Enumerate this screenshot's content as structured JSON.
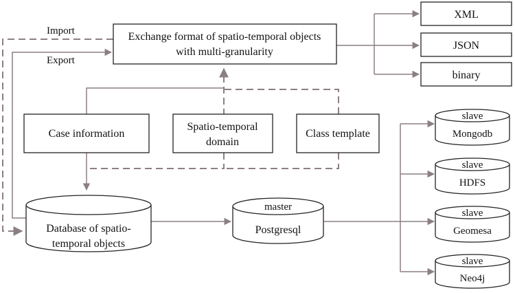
{
  "diagram": {
    "exchange_format": {
      "line1": "Exchange format of spatio-temporal objects",
      "line2": "with multi-granularity"
    },
    "import_label": "Import",
    "export_label": "Export",
    "formats": [
      "XML",
      "JSON",
      "binary"
    ],
    "case_information": "Case information",
    "spatio_temporal_domain": {
      "line1": "Spatio-temporal",
      "line2": "domain"
    },
    "class_template": "Class template",
    "database": {
      "line1": "Database of spatio-",
      "line2": "temporal objects"
    },
    "master": {
      "role": "master",
      "name": "Postgresql"
    },
    "slaves": [
      {
        "role": "slave",
        "name": "Mongodb"
      },
      {
        "role": "slave",
        "name": "HDFS"
      },
      {
        "role": "slave",
        "name": "Geomesa"
      },
      {
        "role": "slave",
        "name": "Neo4j"
      }
    ],
    "colors": {
      "connector": "#8c7f84",
      "box_border": "#222222"
    }
  }
}
